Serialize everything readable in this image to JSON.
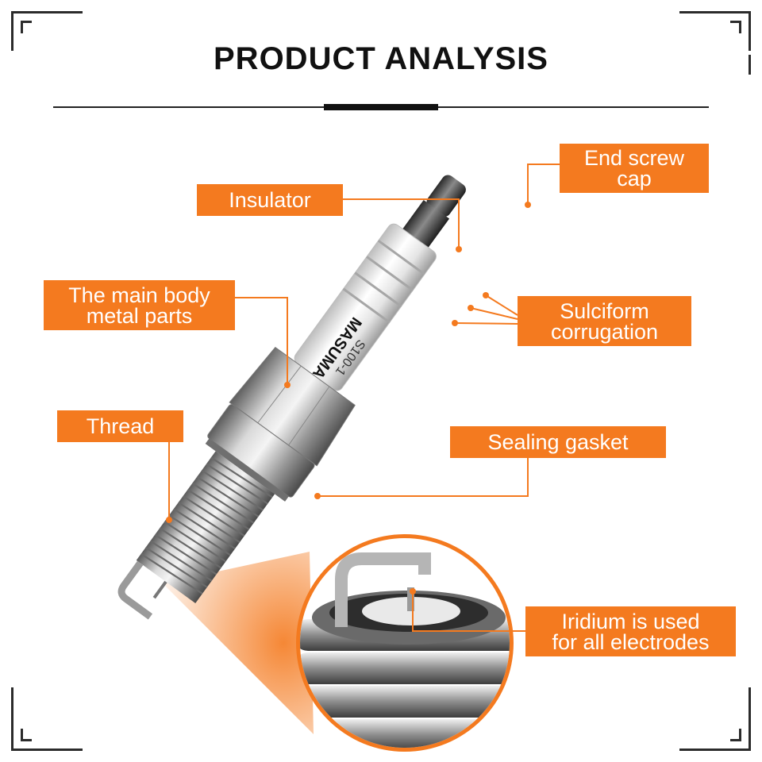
{
  "title": "PRODUCT ANALYSIS",
  "accent_color": "#f47a1f",
  "brand_marking": "MASUMA",
  "model_marking": "S100-1",
  "labels": {
    "end_screw_cap": "End screw\ncap",
    "insulator": "Insulator",
    "main_body": "The main body\nmetal parts",
    "sulciform": "Sulciform\ncorrugation",
    "thread": "Thread",
    "sealing_gasket": "Sealing gasket",
    "iridium": "Iridium is used\nfor all electrodes"
  }
}
